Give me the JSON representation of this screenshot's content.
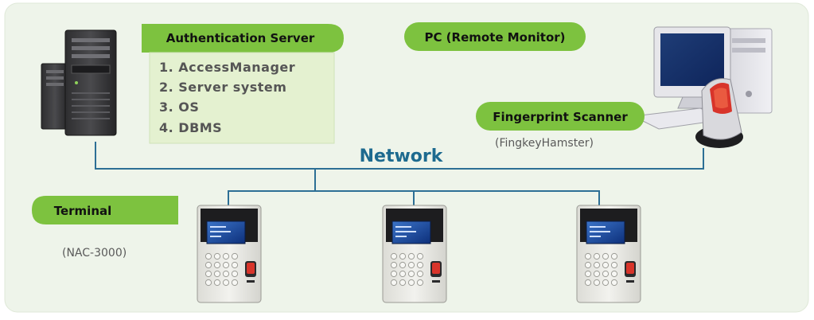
{
  "labels": {
    "auth_server": "Authentication Server",
    "pc_monitor": "PC (Remote Monitor)",
    "fingerprint_scanner": "Fingerprint Scanner",
    "scanner_model": "(FingkeyHamster)",
    "terminal": "Terminal",
    "terminal_model": "(NAC-3000)",
    "network": "Network"
  },
  "server_components": [
    "1. AccessManager",
    "2. Server system",
    "3. OS",
    "4. DBMS"
  ],
  "colors": {
    "background_panel": "#eef4ea",
    "pill_green": "#7dc23f",
    "list_box": "#e4f1d0",
    "network_line": "#2d6f95",
    "network_label": "#1d6a8f"
  },
  "icons": [
    "server-tower-icon",
    "desktop-pc-icon",
    "fingerprint-scanner-icon",
    "access-terminal-icon"
  ]
}
